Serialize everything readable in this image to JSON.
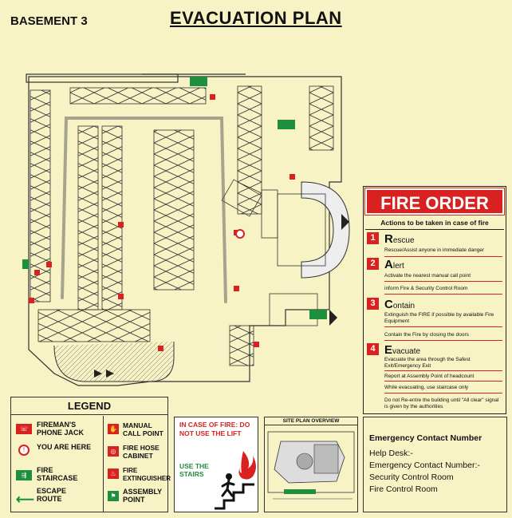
{
  "header": {
    "basement": "BASEMENT 3",
    "title": "EVACUATION PLAN"
  },
  "colors": {
    "background": "#f7f3c4",
    "fire_red": "#d9211f",
    "exit_green": "#1e8f3e"
  },
  "fire_order": {
    "title": "FIRE ORDER",
    "subtitle": "Actions to be taken in case of fire",
    "steps": [
      {
        "num": "1",
        "letter": "R",
        "rest": "escue",
        "lines": [
          "Rescue/Assist anyone in immediate danger"
        ]
      },
      {
        "num": "2",
        "letter": "A",
        "rest": "lert",
        "lines": [
          "Activate the nearest manual call point",
          "inform Fire & Security Control Room"
        ]
      },
      {
        "num": "3",
        "letter": "C",
        "rest": "ontain",
        "lines": [
          "Extinguish the FIRE if possible by available Fire Equipment",
          "Contain the Fire by closing the doors"
        ]
      },
      {
        "num": "4",
        "letter": "E",
        "rest": "vacuate",
        "lines": [
          "Evacuate the  area through the Safest Exit/Emergency Exit",
          "Report at Assembly Point of headcount",
          "While evacuating, use staircase only",
          "Do not Re-entre the building until \"All clear\" signal is given by the authorities"
        ]
      }
    ]
  },
  "legend": {
    "title": "LEGEND",
    "items": [
      {
        "label": "FIREMAN'S PHONE JACK",
        "icon": "phone-jack-icon"
      },
      {
        "label": "YOU ARE HERE",
        "icon": "you-are-here-icon"
      },
      {
        "label": "FIRE STAIRCASE",
        "icon": "fire-staircase-icon"
      },
      {
        "label": "ESCAPE ROUTE",
        "icon": "escape-route-arrow-icon"
      },
      {
        "label": "MANUAL CALL POINT",
        "icon": "manual-call-point-icon"
      },
      {
        "label": "FIRE HOSE CABINET",
        "icon": "fire-hose-cabinet-icon"
      },
      {
        "label": "FIRE EXTINGUISHER",
        "icon": "fire-extinguisher-icon"
      },
      {
        "label": "ASSEMBLY POINT",
        "icon": "assembly-point-icon"
      }
    ]
  },
  "case_of_fire": {
    "text": "IN CASE OF FIRE: DO NOT USE THE LIFT",
    "stairs": "USE THE STAIRS"
  },
  "site_plan": {
    "title": "SITE PLAN OVERVIEW"
  },
  "emergency": {
    "title": "Emergency Contact Number",
    "lines": [
      "Help Desk:-",
      "Emergency Contact Number:-",
      "Security Control Room",
      "Fire Control Room"
    ]
  }
}
